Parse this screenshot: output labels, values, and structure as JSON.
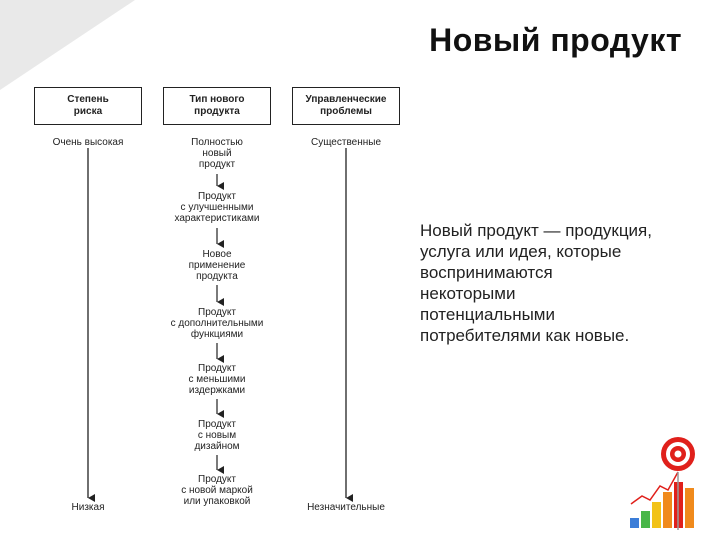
{
  "title": "Новый продукт",
  "columns": [
    {
      "header": "Степень\nриска",
      "top_label": "Очень высокая",
      "bottom_label": "Низкая"
    },
    {
      "header": "Тип нового\nпродукта"
    },
    {
      "header": "Управленческие\nпроблемы",
      "top_label": "Существенные",
      "bottom_label": "Незначительные"
    }
  ],
  "product_types": [
    "Полностью\nновый\nпродукт",
    "Продукт\nс улучшенными\nхарактеристиками",
    "Новое\nприменение\nпродукта",
    "Продукт\nс дополнительными\nфункциями",
    "Продукт\nс меньшими\nиздержками",
    "Продукт\nс новым\nдизайном",
    "Продукт\nс новой маркой\nили упаковкой"
  ],
  "definition": "Новый продукт — продукция,\nуслуга или идея, которые\nвоспринимаются\nнекоторыми\nпотенциальными\nпотребителями как новые.",
  "colors": {
    "corner": "#e9e9e9",
    "target_red": "#e0201b",
    "bar_colors": [
      "#3b7dd8",
      "#49b649",
      "#f2c218",
      "#f08a1c",
      "#e0201b"
    ]
  },
  "icons": [
    "target-icon",
    "bar-chart-icon"
  ]
}
